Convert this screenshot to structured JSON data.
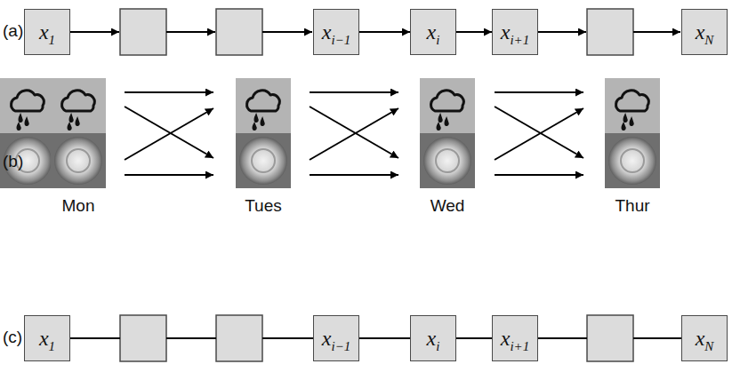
{
  "diagram": {
    "nodes": [
      {
        "text": [
          "x1"
        ]
      },
      {
        "text": [
          "xi−1"
        ]
      },
      {
        "text": [
          "xi"
        ]
      },
      {
        "text": [
          "xi+1"
        ]
      },
      {
        "text": [
          "xN"
        ]
      },
      {
        "text": [
          "x1"
        ]
      },
      {
        "text": [
          "xi−1"
        ]
      },
      {
        "text": [
          "xi"
        ]
      },
      {
        "text": [
          "xi+1"
        ]
      },
      {
        "text": [
          "xN"
        ]
      }
    ],
    "edges": [
      {
        "from": 1,
        "to": 2,
        "arrow": "to"
      },
      {
        "from": 2,
        "to": 3,
        "arrow": "to"
      },
      {
        "from": 6,
        "to": 7,
        "arrow": "none"
      },
      {
        "from": 7,
        "to": 8,
        "arrow": "none"
      }
    ],
    "labels": [
      "(a)",
      "(b)",
      "Mon",
      "Tues",
      "Wed",
      "Thur",
      "(c)"
    ]
  }
}
